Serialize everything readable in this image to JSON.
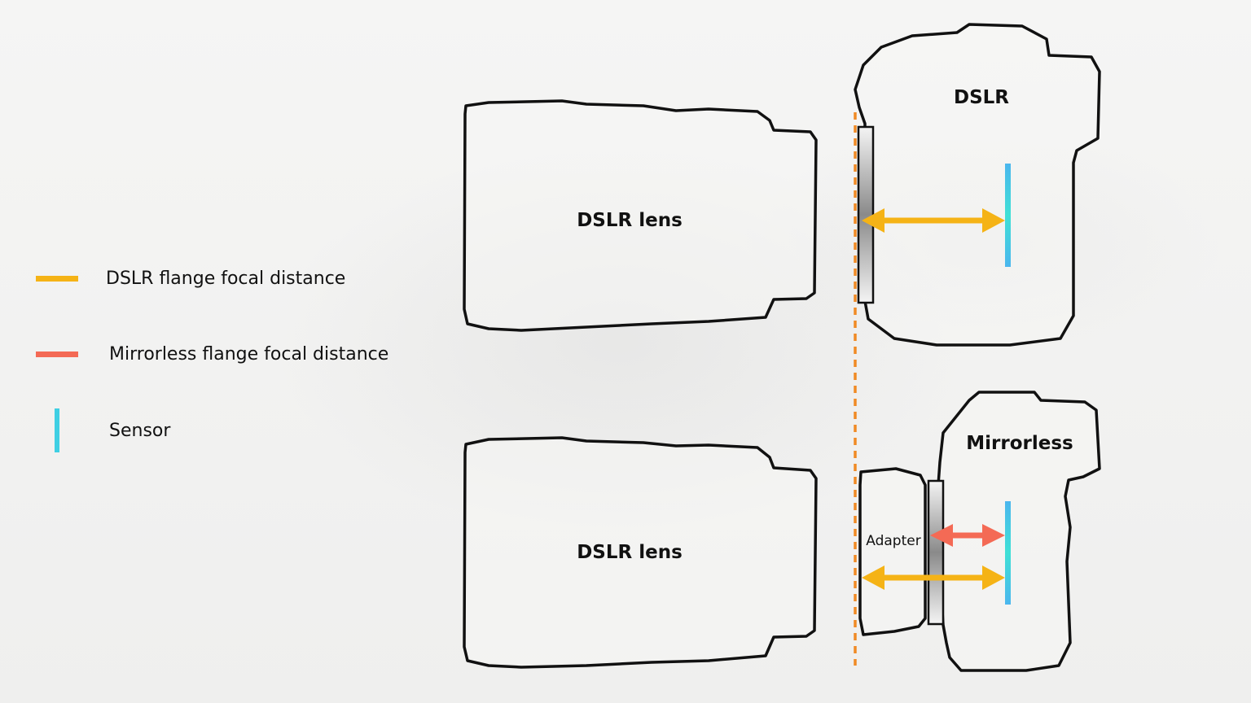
{
  "colors": {
    "dslr_flange": "#f5b316",
    "mirrorless_flange": "#f46a55",
    "sensor": "#3fcfe3",
    "mount_line": "#f08a24",
    "outline": "#111111"
  },
  "legend": [
    {
      "label": "DSLR flange focal distance",
      "kind": "bar",
      "color": "#f5b316"
    },
    {
      "label": "Mirrorless flange focal distance",
      "kind": "bar",
      "color": "#f46a55"
    },
    {
      "label": "Sensor",
      "kind": "line",
      "color": "#3fcfe3"
    }
  ],
  "top": {
    "lens_label": "DSLR lens",
    "body_label": "DSLR"
  },
  "bottom": {
    "lens_label": "DSLR lens",
    "body_label": "Mirrorless",
    "adapter_label": "Adapter"
  }
}
